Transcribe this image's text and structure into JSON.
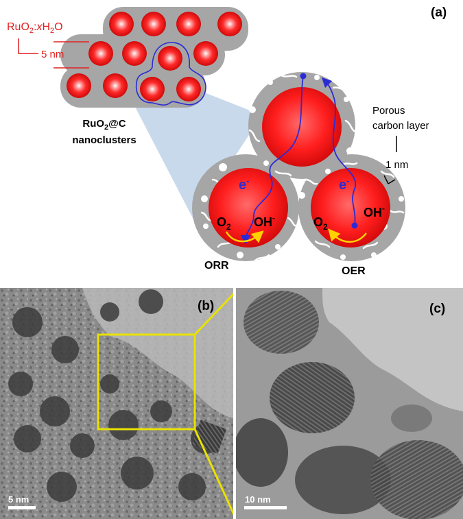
{
  "panel_a": {
    "panel_label": "(a)",
    "composition": {
      "base": "RuO",
      "sub1": "2",
      "mid": ":",
      "x": "x",
      "h": "H",
      "sub2": "2",
      "o": "O"
    },
    "size_label": "5 nm",
    "name": {
      "base": "RuO",
      "sub": "2",
      "rest": "@C"
    },
    "name_line2": "nanoclusters",
    "porous_line1": "Porous",
    "porous_line2": "carbon layer",
    "thickness_label": "1 nm",
    "electron_left": "e",
    "electron_right": "e",
    "electron_charge": "-",
    "o2_left": {
      "base": "O",
      "sub": "2"
    },
    "oh_left": {
      "base": "OH",
      "sup": "-"
    },
    "o2_right": {
      "base": "O",
      "sub": "2"
    },
    "oh_right": {
      "base": "OH",
      "sup": "-"
    },
    "reaction_left": "ORR",
    "reaction_right": "OER"
  },
  "panel_b": {
    "panel_label": "(b)",
    "scale_label": "5 nm"
  },
  "panel_c": {
    "panel_label": "(c)",
    "scale_label": "10 nm"
  },
  "colors": {
    "sphere": "#e8141a",
    "shell": "#a6a6a6",
    "path": "#2b2bd6",
    "arrow": "#ffd200",
    "annot": "#e02020",
    "zoom": "#c9d9ec",
    "box": "#e8e200"
  }
}
